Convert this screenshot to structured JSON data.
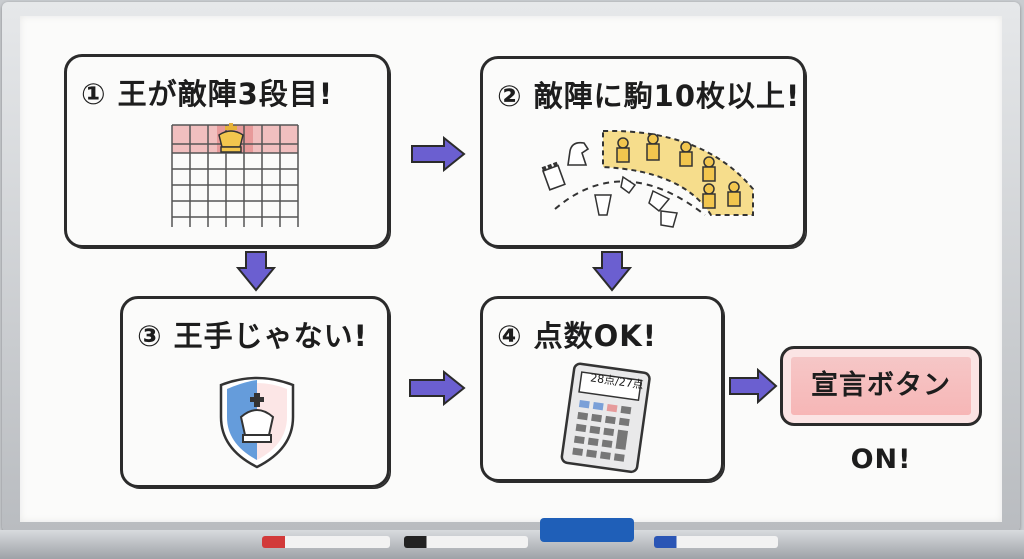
{
  "steps": [
    {
      "label": "① 王が敵陣3段目!"
    },
    {
      "label": "② 敵陣に駒10枚以上!"
    },
    {
      "label": "③ 王手じゃない!"
    },
    {
      "label": "④ 点数OK!"
    }
  ],
  "calculator": {
    "display": "28点/27点"
  },
  "declare_button": {
    "label": "宣言ボタンON!"
  },
  "colors": {
    "arrow": "#6b5fd0",
    "highlight_red": "#e8a0a0",
    "highlight_yellow": "#f2d27a",
    "shield_blue": "#4a8ed8",
    "button_red": "#f4b3b3"
  },
  "icons": [
    "king-icon",
    "knight-icon",
    "rook-icon",
    "pawn-icon",
    "shield-icon",
    "calculator-icon"
  ]
}
